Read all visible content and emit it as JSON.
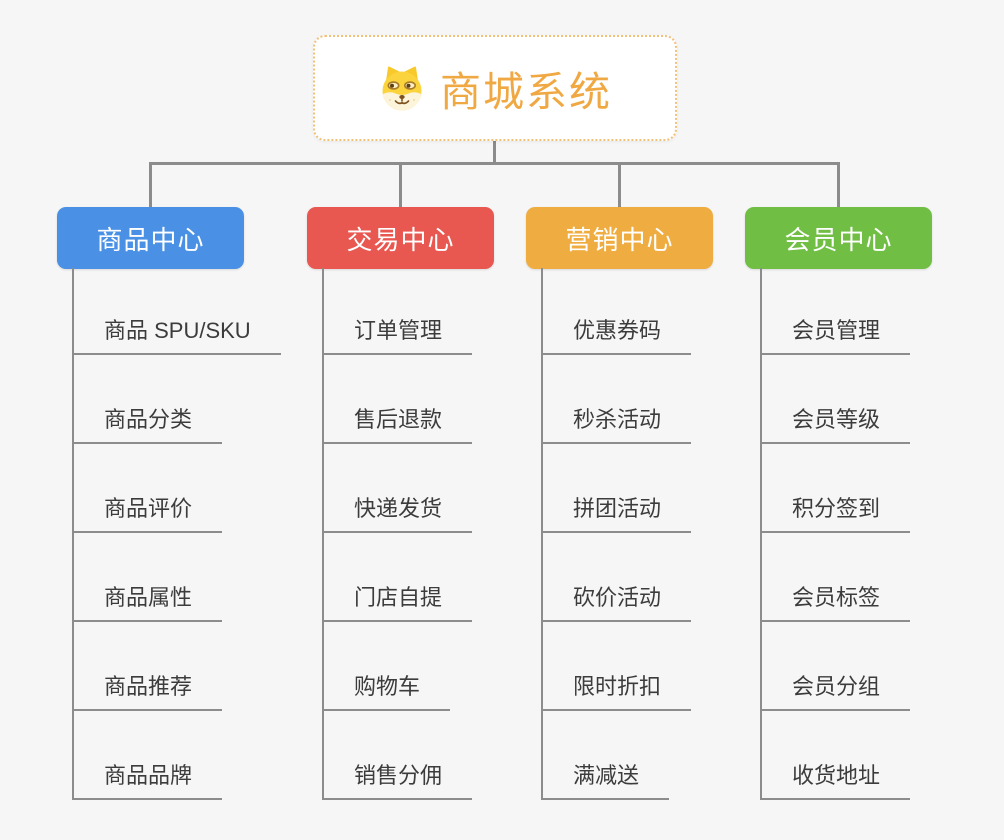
{
  "canvas": {
    "background": "#F6F6F6",
    "connector_color": "#8C8C8C"
  },
  "root": {
    "title": "商城系统",
    "icon": "doge-icon",
    "text_color": "#F0A843",
    "border_color": "#F2C178"
  },
  "branches": [
    {
      "label": "商品中心",
      "color": "#4A90E5",
      "children": [
        "商品 SPU/SKU",
        "商品分类",
        "商品评价",
        "商品属性",
        "商品推荐",
        "商品品牌"
      ]
    },
    {
      "label": "交易中心",
      "color": "#E85750",
      "children": [
        "订单管理",
        "售后退款",
        "快递发货",
        "门店自提",
        "购物车",
        "销售分佣"
      ]
    },
    {
      "label": "营销中心",
      "color": "#EFAD41",
      "children": [
        "优惠券码",
        "秒杀活动",
        "拼团活动",
        "砍价活动",
        "限时折扣",
        "满减送"
      ]
    },
    {
      "label": "会员中心",
      "color": "#70BE44",
      "children": [
        "会员管理",
        "会员等级",
        "积分签到",
        "会员标签",
        "会员分组",
        "收货地址"
      ]
    }
  ]
}
